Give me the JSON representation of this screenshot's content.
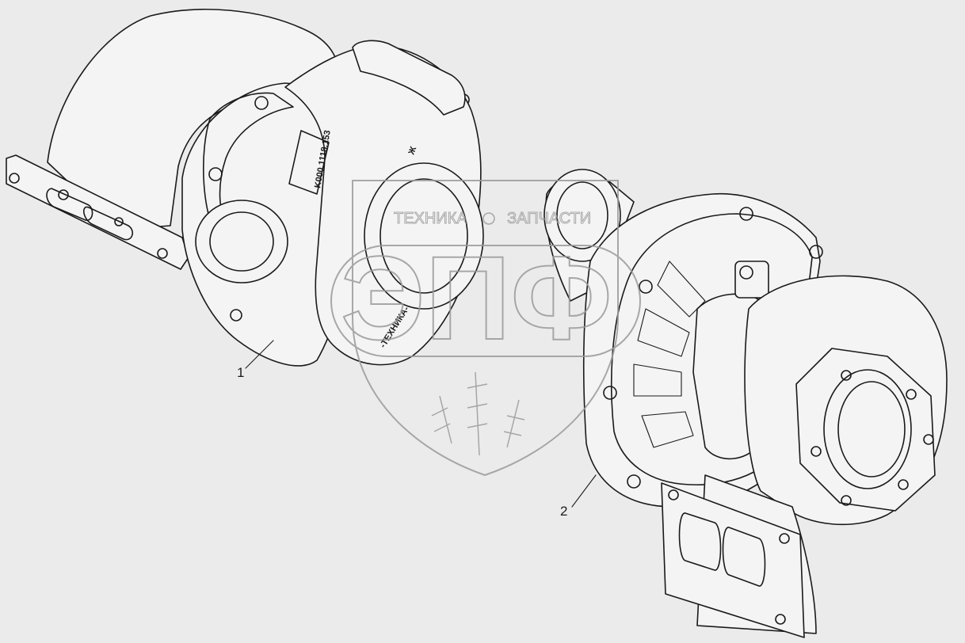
{
  "callouts": [
    {
      "label": "1"
    },
    {
      "label": "2"
    }
  ],
  "casting_marks": {
    "part_number": "K000.1118.153",
    "maker": "-ТЕХНИКА-",
    "mark": "Ж"
  },
  "watermark": {
    "top_text_left": "ТЕХНИКА",
    "top_text_right": "ЗАПЧАСТИ",
    "logo_letters": "ЭПФ"
  },
  "colors": {
    "background": "#ebebeb",
    "line": "#1a1a1a",
    "watermark": "#9a9a9a"
  }
}
